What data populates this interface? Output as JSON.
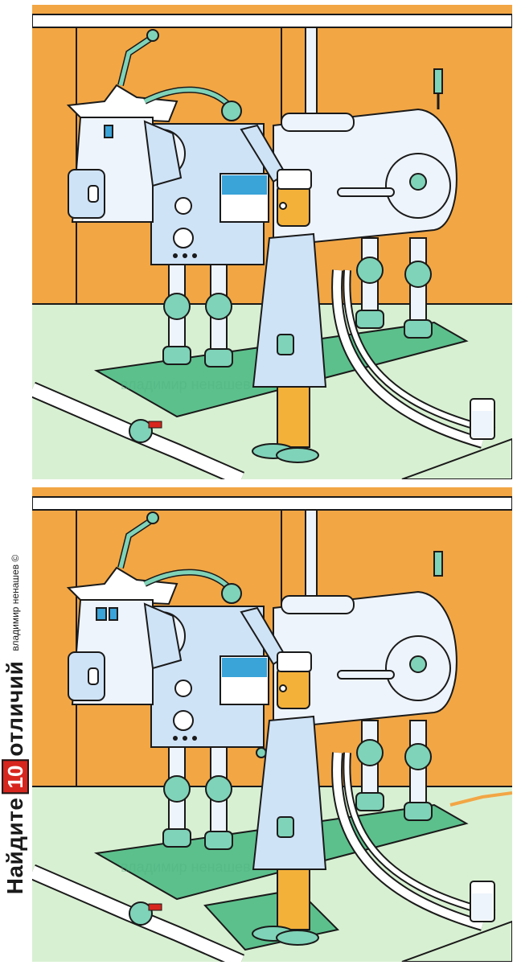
{
  "puzzle": {
    "brand_find": "Найдите",
    "brand_number": "10",
    "brand_diff": "отличий",
    "credit": "владимир ненашев ©",
    "watermark": "владимир ненашев"
  },
  "colors": {
    "wall": "#f2a644",
    "floor": "#d8f0d2",
    "outline": "#1a1a1a",
    "machine": "#eef4fb",
    "teal": "#7fd3b8",
    "mat": "#5cc08c",
    "orange_trousers": "#f4b13a",
    "window_blue": "#3aa3d8"
  }
}
